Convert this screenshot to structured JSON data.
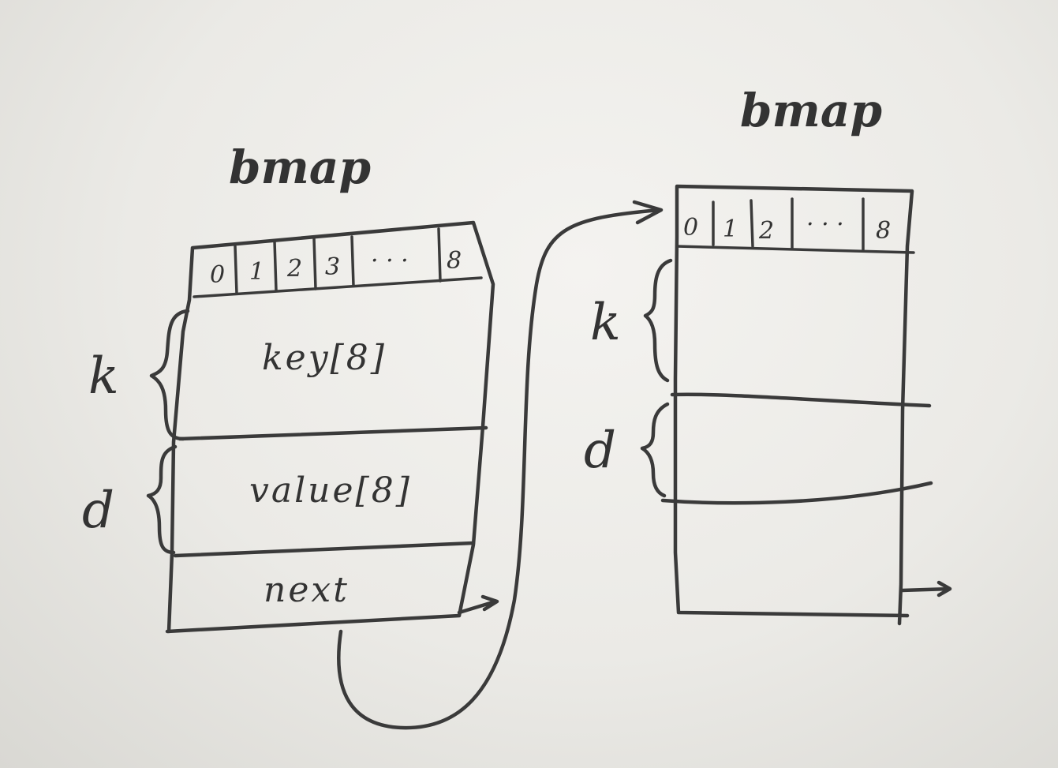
{
  "left_struct": {
    "title": "bmap",
    "slots": [
      "0",
      "1",
      "2",
      "3",
      "· · ·",
      "8"
    ],
    "brace_k": "k",
    "brace_d": "d",
    "key_field": "key[8]",
    "value_field": "value[8]",
    "next_field": "next"
  },
  "right_struct": {
    "title": "bmap",
    "slots": [
      "0",
      "1",
      "2",
      "· · ·",
      "8"
    ],
    "brace_k": "k",
    "brace_d": "d"
  }
}
